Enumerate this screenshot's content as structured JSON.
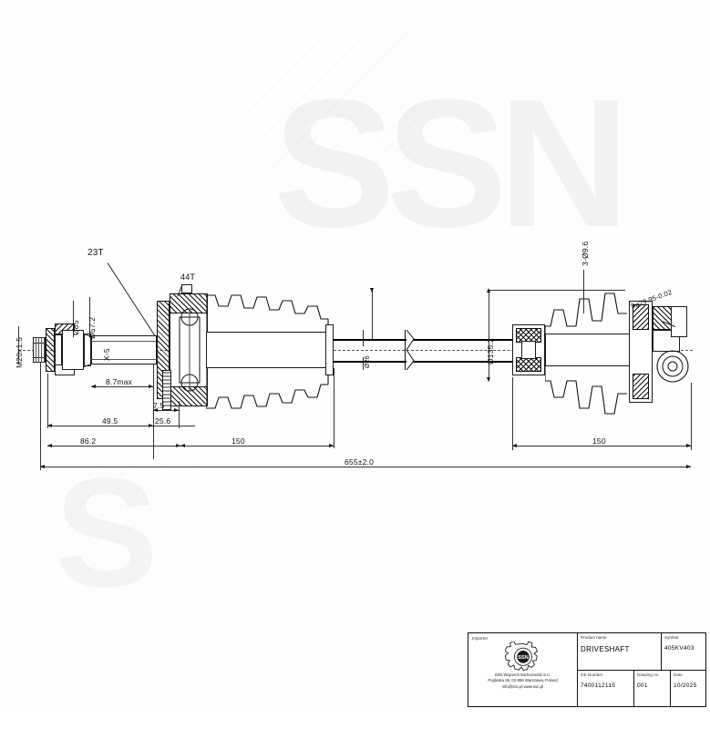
{
  "drawing": {
    "product": "DRIVESHAFT",
    "overall_length": "655±2.0"
  },
  "labels": {
    "splines_inner": "23T",
    "abs_ring": "44T",
    "thread": "M20x1.5",
    "dia_85": "Ø85",
    "dia_57_2": "Ø57.2",
    "shaft_mid": "Ø26",
    "x5": "X-5",
    "max_8_7": "8.7max",
    "len_49_5": "49.5",
    "len_86_2": "86.2",
    "len_7_5": "7.5",
    "len_25_6": "25.6",
    "len_150_left": "150",
    "len_150_right": "150",
    "dia_135_2": "Ø135.2",
    "holes_3": "3-Ø9.6",
    "ball_dia": "S⌀29.95-0.02"
  },
  "title_block": {
    "importer_label": "Importer",
    "importer_name": "SSN Wojciech Michorowski S.C.",
    "importer_addr1": "Poplaska 95, 02-896 Warszawa, Poland",
    "importer_addr2": "info@ssn.pl  www.ssn.pl",
    "logo_icon": "gear-logo-icon",
    "product_label": "Product name",
    "product_value": "DRIVESHAFT",
    "symbol_label": "Symbol",
    "symbol_value": "405KV403",
    "oe_label": "OE Number",
    "oe_value": "7400112115",
    "drawing_label": "Drawing no.",
    "drawing_value": "001",
    "date_label": "Date",
    "date_value": "10/2025"
  }
}
